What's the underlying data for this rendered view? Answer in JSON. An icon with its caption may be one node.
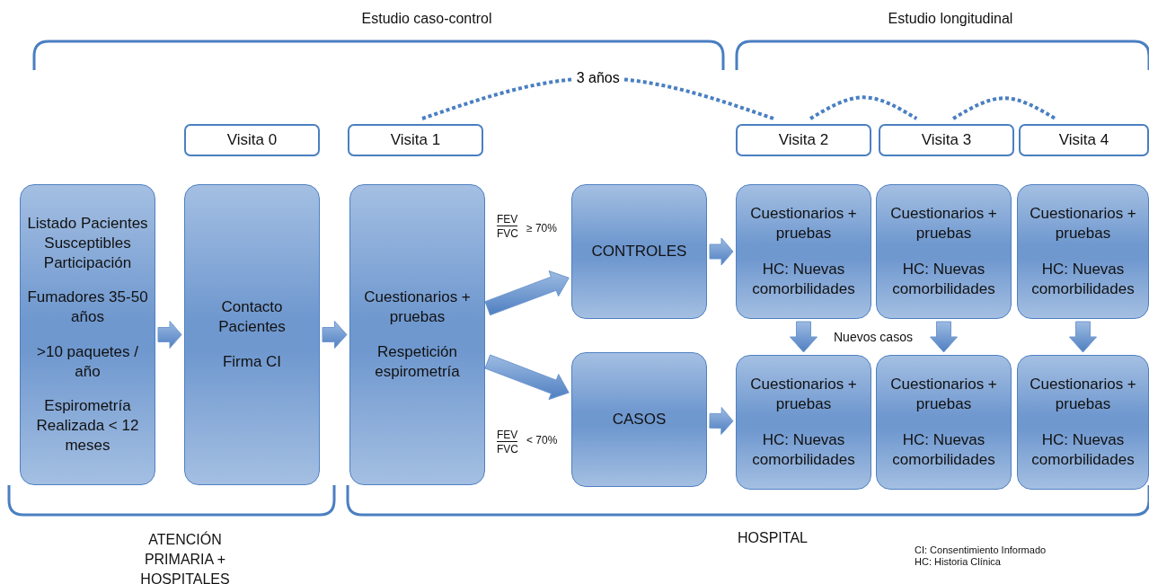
{
  "diagram": {
    "nodes": [
      {
        "text": [
          "Visita 0"
        ]
      },
      {
        "text": [
          "Visita 1"
        ]
      },
      {
        "text": [
          "Visita 2"
        ]
      },
      {
        "text": [
          "Visita 3"
        ]
      },
      {
        "text": [
          "Visita 4"
        ]
      },
      {
        "text": [
          "Listado Pacientes Susceptibles Participación",
          "Fumadores 35-50 años",
          ">10 paquetes / año",
          "Espirometría Realizada < 12 meses"
        ]
      },
      {
        "text": [
          "Contacto Pacientes",
          "Firma CI"
        ]
      },
      {
        "text": [
          "Cuestionarios + pruebas",
          "Respetición espirometría"
        ]
      },
      {
        "text": [
          "CONTROLES"
        ]
      },
      {
        "text": [
          "CASOS"
        ]
      },
      {
        "text": [
          "Cuestionarios + pruebas",
          "HC: Nuevas comorbilidades"
        ]
      },
      {
        "text": [
          "Cuestionarios + pruebas",
          "HC: Nuevas comorbilidades"
        ]
      },
      {
        "text": [
          "Cuestionarios + pruebas",
          "HC: Nuevas comorbilidades"
        ]
      },
      {
        "text": [
          "Cuestionarios + pruebas",
          "HC: Nuevas comorbilidades"
        ]
      },
      {
        "text": [
          "Cuestionarios + pruebas",
          "HC: Nuevas comorbilidades"
        ]
      },
      {
        "text": [
          "Cuestionarios + pruebas",
          "HC: Nuevas comorbilidades"
        ]
      }
    ],
    "edges": [
      {
        "from": 5,
        "to": 6,
        "arrow": "to",
        "style": "thick"
      },
      {
        "from": 6,
        "to": 7,
        "arrow": "to",
        "style": "thick"
      },
      {
        "from": 7,
        "to": 8,
        "arrow": "to",
        "style": "thick"
      },
      {
        "from": 7,
        "to": 9,
        "arrow": "to",
        "style": "thick"
      },
      {
        "from": 8,
        "to": 10,
        "arrow": "to",
        "style": "thick"
      },
      {
        "from": 9,
        "to": 13,
        "arrow": "to",
        "style": "thick"
      },
      {
        "from": 10,
        "to": 13,
        "arrow": "to",
        "style": "thick"
      },
      {
        "from": 11,
        "to": 14,
        "arrow": "to",
        "style": "thick"
      },
      {
        "from": 12,
        "to": 15,
        "arrow": "to",
        "style": "thick"
      },
      {
        "from": 1,
        "to": 2,
        "arrow": "none",
        "style": "dashed",
        "label": "3 años"
      },
      {
        "from": 2,
        "to": 3,
        "arrow": "none",
        "style": "dashed"
      },
      {
        "from": 3,
        "to": 4,
        "arrow": "none",
        "style": "dashed"
      }
    ],
    "labels": [
      "Estudio caso-control",
      "Estudio longitudinal",
      "FEV",
      "FVC",
      "≥ 70%",
      "Nuevos casos",
      "FEV",
      "FVC",
      "< 70%",
      "ATENCIÓN PRIMARIA + HOSPITALES",
      "HOSPITAL",
      "CI: Consentimiento Informado",
      "HC: Historia Clínica"
    ]
  }
}
